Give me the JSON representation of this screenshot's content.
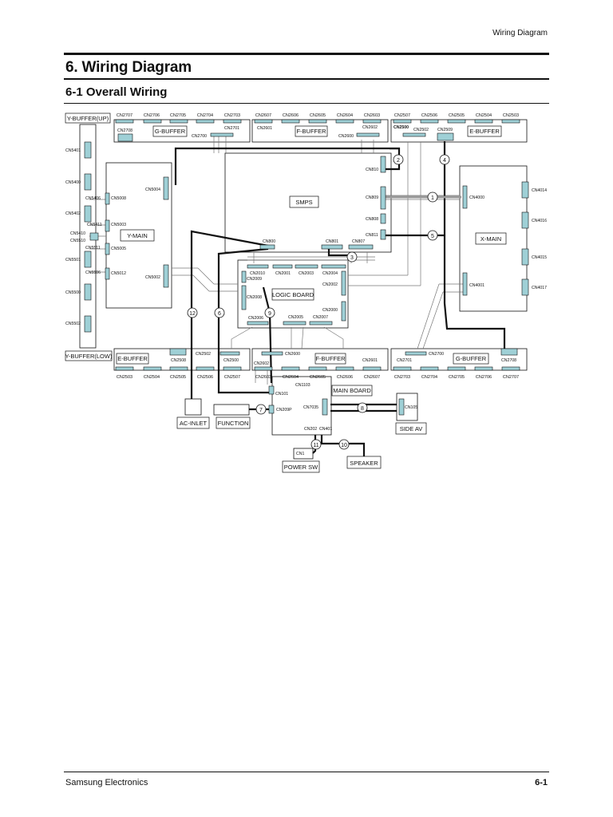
{
  "header": {
    "running_title": "Wiring Diagram"
  },
  "section_title": "6. Wiring Diagram",
  "subsection_title": "6-1  Overall Wiring",
  "footer": {
    "company": "Samsung Electronics",
    "page": "6-1"
  },
  "colors": {
    "connector": "#9fd0d6",
    "line": "#111111",
    "thin_line": "#777777"
  },
  "diagram": {
    "boards": {
      "y_buffer_up": "Y-BUFFER(UP)",
      "y_buffer_low": "Y-BUFFER(LOW)",
      "g_buffer": "G-BUFFER",
      "f_buffer": "F-BUFFER",
      "e_buffer": "E-BUFFER",
      "smps": "SMPS",
      "y_main": "Y-MAIN",
      "x_main": "X-MAIN",
      "logic_board": "LOGIC BOARD",
      "main_board": "MAIN BOARD",
      "ac_inlet": "AC-INLET",
      "function": "FUNCTION",
      "side_av": "SIDE AV",
      "power_sw": "POWER SW",
      "speaker": "SPEAKER"
    },
    "top_row_labels": [
      "CN2707",
      "CN2706",
      "CN2705",
      "CN2704",
      "CN2703",
      "CN2607",
      "CN2606",
      "CN2605",
      "CN2604",
      "CN2603",
      "CN2507",
      "CN2506",
      "CN2505",
      "CN2504",
      "CN2503"
    ],
    "bottom_row_labels": [
      "CN2503",
      "CN2504",
      "CN2505",
      "CN2506",
      "CN2507",
      "CN2603",
      "CN2604",
      "CN2605",
      "CN2606",
      "CN2607",
      "CN2703",
      "CN2704",
      "CN2705",
      "CN2706",
      "CN2707"
    ],
    "connectors": {
      "cn2708_up": "CN2708",
      "cn2701_up": "CN2701",
      "cn2700_up": "CN2700",
      "cn2601_up": "CN2601",
      "cn2602_up": "CN2602",
      "cn2600_up": "CN2600",
      "cn2500_up": "CN2500",
      "cn2502_up": "CN2502",
      "cn2509_up": "CN2509",
      "cn5401": "CN5401",
      "cn5400": "CN5400",
      "cn5402": "CN5402",
      "cn5410": "CN5410",
      "cn5510": "CN5510",
      "cn5501": "CN5501",
      "cn5500": "CN5500",
      "cn5502": "CN5502",
      "cn5406": "CN5406",
      "cn5411": "CN5411",
      "cn5511": "CN5511",
      "cn5506": "CN5506",
      "cn5008": "CN5008",
      "cn5003": "CN5003",
      "cn5005": "CN5005",
      "cn5012": "CN5012",
      "cn5004": "CN5004",
      "cn5002": "CN5002",
      "cn810": "CN810",
      "cn809": "CN809",
      "cn808": "CN808",
      "cn811": "CN811",
      "cn800": "CN800",
      "cn801": "CN801",
      "cn807": "CN807",
      "cn4000": "CN4000",
      "cn4001": "CN4001",
      "cn4014": "CN4014",
      "cn4016": "CN4016",
      "cn4015": "CN4015",
      "cn4017": "CN4017",
      "cn2010": "CN2010",
      "cn2009": "CN2009",
      "cn2001": "CN2001",
      "cn2003": "CN2003",
      "cn2004": "CN2004",
      "cn2002": "CN2002",
      "cn2008": "CN2008",
      "cn2000": "CN2000",
      "cn2006": "CN2006",
      "cn2005": "CN2005",
      "cn2007": "CN2007",
      "cn2508_lo": "CN2508",
      "cn2502_lo": "CN2502",
      "cn2500_lo": "CN2500",
      "cn2602_lo": "CN2602",
      "cn2600_lo": "CN2600",
      "cn2601_lo": "CN2601",
      "cn2701_lo": "CN2701",
      "cn2700_lo": "CN2700",
      "cn2708_lo": "CN2708",
      "cn101": "CN101",
      "cn1103": "CN1103",
      "cn7035": "CN7035",
      "cn209p": "CN209P",
      "cn202": "CN202",
      "cn401": "CN401",
      "cn105": "CN105",
      "cn1": "CN1"
    },
    "cable_numbers": [
      "1",
      "2",
      "3",
      "4",
      "5",
      "6",
      "7",
      "8",
      "9",
      "10",
      "11",
      "12"
    ]
  }
}
